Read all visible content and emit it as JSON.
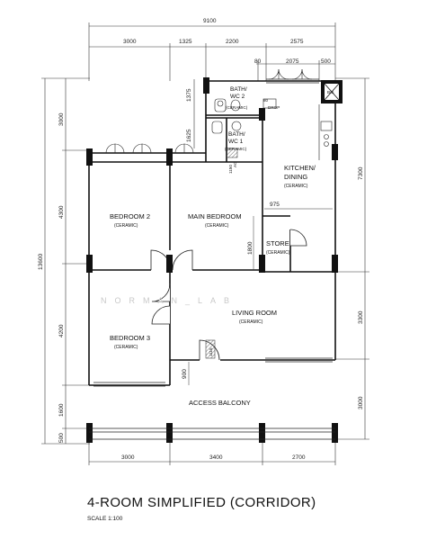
{
  "plan": {
    "title": "4-ROOM SIMPLIFIED (CORRIDOR)",
    "scale": "SCALE   1:100",
    "watermark": "NORMAN_LAB",
    "dimensions_top": {
      "overall": "9100",
      "segments": [
        "3000",
        "1325",
        "2200",
        "2575"
      ],
      "sub_segments": [
        "80",
        "2075",
        "500"
      ]
    },
    "dimensions_bottom": [
      "3000",
      "3400",
      "2700"
    ],
    "dimensions_left": {
      "overall": "13600",
      "segments": [
        "3000",
        "4300",
        "4200",
        "1600",
        "500"
      ],
      "inner": [
        "1375",
        "1625"
      ]
    },
    "dimensions_right": [
      "7300",
      "3300",
      "3000"
    ],
    "inner_dimensions": [
      "975",
      "1800",
      "900",
      "80",
      "1150",
      "1115"
    ],
    "rooms": [
      {
        "name": "BEDROOM 2",
        "finish": "(CERAMIC)"
      },
      {
        "name": "MAIN BEDROOM",
        "finish": "(CERAMIC)"
      },
      {
        "name": "BEDROOM 3",
        "finish": "(CERAMIC)"
      },
      {
        "name": "LIVING ROOM",
        "finish": "(CERAMIC)"
      },
      {
        "name": "KITCHEN/",
        "name2": "DINING",
        "finish": "(CERAMIC)"
      },
      {
        "name": "STORE",
        "finish": "(CERAMIC)"
      },
      {
        "name": "BATH/",
        "name2": "WC 2",
        "finish": "(CERAMIC)"
      },
      {
        "name": "BATH/",
        "name2": "WC 1",
        "finish": "(CERAMIC)"
      },
      {
        "name": "ACCESS BALCONY"
      }
    ],
    "labels": {
      "bomb_shelter": "B/S",
      "ac_ledge": "AC",
      "drop": "DROP"
    }
  }
}
